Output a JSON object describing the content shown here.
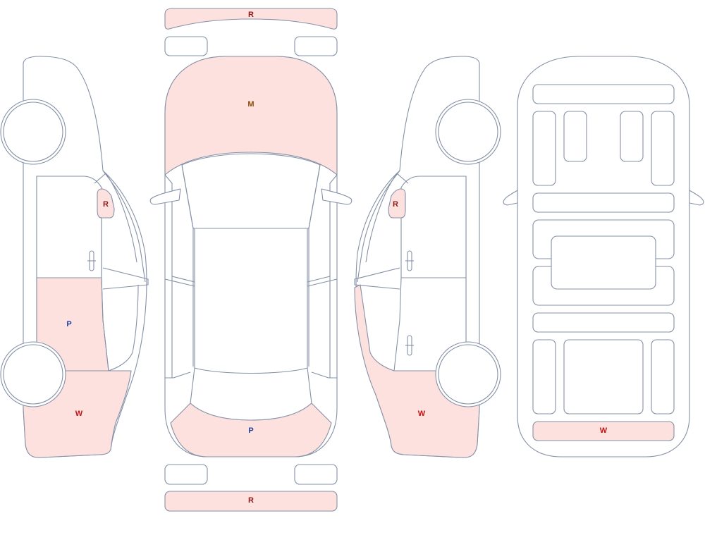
{
  "legend_colors": {
    "R": "#8b1a1a",
    "M": "#8a4b08",
    "P": "#1f3f9e",
    "W": "#c41414"
  },
  "highlight_color": "#fde1de",
  "outline_color": "#8591a6",
  "markers": {
    "front_bumper": "R",
    "hood": "M",
    "rear_bumper_top": "P",
    "rear_bumper": "R",
    "left_mirror": "R",
    "left_rear_door": "P",
    "left_rear_quarter": "W",
    "right_mirror": "R",
    "right_rear_quarter": "W",
    "underbody_rear": "W"
  }
}
